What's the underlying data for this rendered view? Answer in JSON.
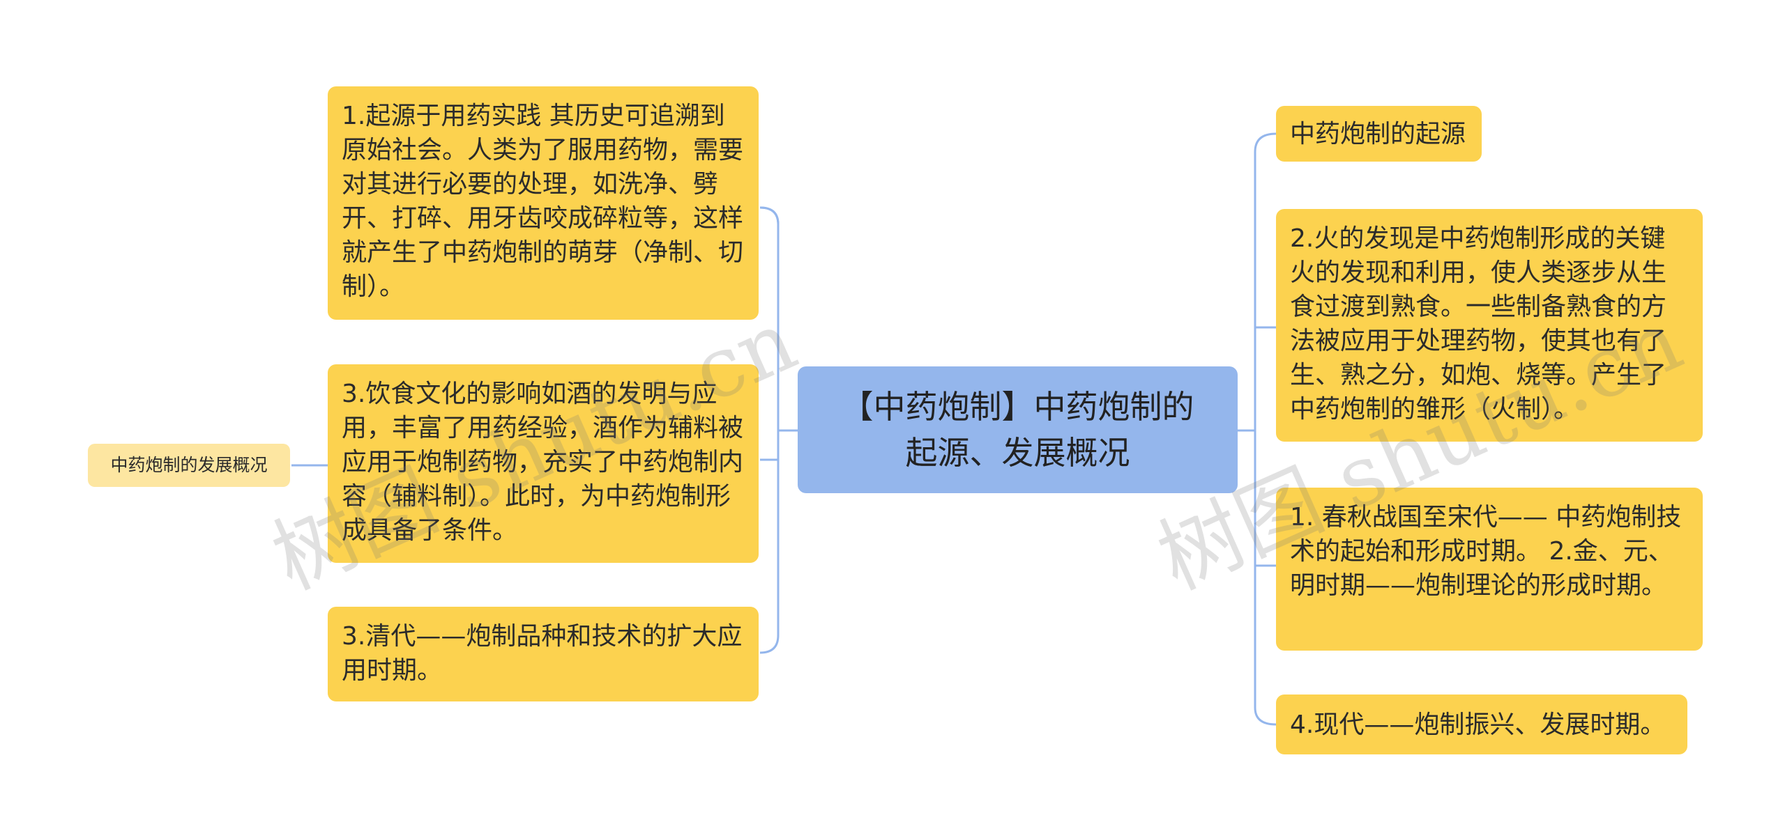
{
  "root": {
    "title_line1": "【中药炮制】中药炮制的",
    "title_line2": "起源、发展概况"
  },
  "left": {
    "branch_label": "中药炮制的发展概况",
    "nodes": [
      "1.起源于用药实践 其历史可追溯到原始社会。人类为了服用药物，需要对其进行必要的处理，如洗净、劈开、打碎、用牙齿咬成碎粒等，这样就产生了中药炮制的萌芽（净制、切制）。",
      "3.饮食文化的影响如酒的发明与应用，丰富了用药经验，酒作为辅料被应用于炮制药物，充实了中药炮制内容（辅料制）。此时，为中药炮制形成具备了条件。",
      "3.清代——炮制品种和技术的扩大应用时期。"
    ]
  },
  "right": {
    "nodes": [
      "中药炮制的起源",
      "2.火的发现是中药炮制形成的关键 火的发现和利用，使人类逐步从生食过渡到熟食。一些制备熟食的方法被应用于处理药物，使其也有了生、熟之分，如炮、烧等。产生了中药炮制的雏形（火制）。",
      "1. 春秋战国至宋代—— 中药炮制技术的起始和形成时期。 2.金、元、明时期——炮制理论的形成时期。",
      "4.现代——炮制振兴、发展时期。"
    ]
  },
  "watermark": {
    "left": "树图 shutu.cn",
    "right": "树图 shutu.cn"
  },
  "colors": {
    "root": "#94b6ec",
    "leaf": "#fcd24f",
    "branch_label": "#fde6a1",
    "connector": "#94b6ec"
  }
}
